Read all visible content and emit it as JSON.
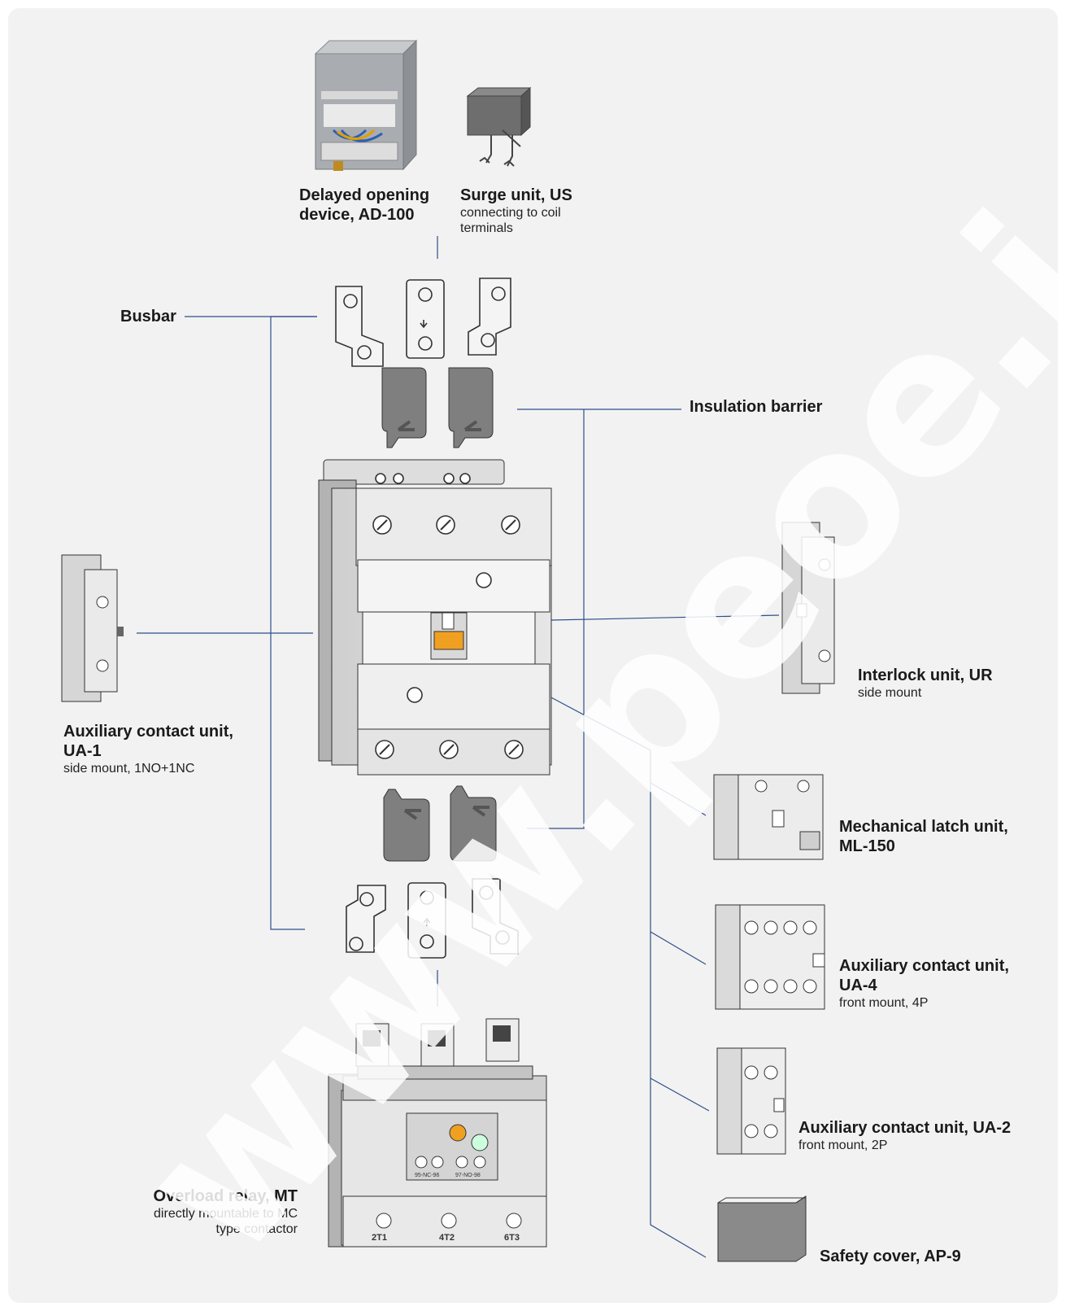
{
  "labels": {
    "delayed_opening": {
      "title_line1": "Delayed opening",
      "title_line2": "device, AD-100"
    },
    "surge_unit": {
      "title": "Surge unit, US",
      "sub_line1": "connecting to coil",
      "sub_line2": "terminals"
    },
    "busbar": {
      "title": "Busbar"
    },
    "insulation_barrier": {
      "title": "Insulation barrier"
    },
    "interlock_unit": {
      "title": "Interlock unit, UR",
      "sub": "side mount"
    },
    "aux_ua1": {
      "title_line1": "Auxiliary contact unit,",
      "title_line2": "UA-1",
      "sub": "side mount, 1NO+1NC"
    },
    "mech_latch": {
      "title_line1": "Mechanical latch unit,",
      "title_line2": "ML-150"
    },
    "aux_ua4": {
      "title_line1": "Auxiliary contact unit,",
      "title_line2": "UA-4",
      "sub": "front mount, 4P"
    },
    "aux_ua2": {
      "title": "Auxiliary contact unit, UA-2",
      "sub": "front mount, 2P"
    },
    "overload_relay": {
      "title": "Overload relay, MT",
      "sub_line1": "directly mountable to MC",
      "sub_line2": "type contactor"
    },
    "safety_cover": {
      "title": "Safety cover, AP-9"
    }
  },
  "relay_terminals": [
    "2T1",
    "4T2",
    "6T3"
  ],
  "relay_aux_labels": [
    "95-NC-96",
    "97-NO-98"
  ],
  "watermark": "www.peoe.i",
  "colors": {
    "leader_line": "#2e4f8a",
    "background": "#f2f2f2",
    "latch_orange": "#f0a020"
  }
}
